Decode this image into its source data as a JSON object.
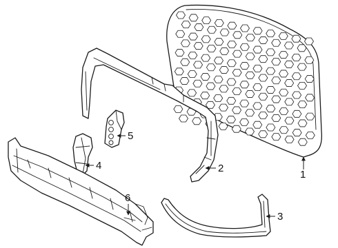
{
  "callouts": {
    "part1": "1",
    "part2": "2",
    "part3": "3",
    "part4": "4",
    "part5": "5",
    "part6": "6"
  },
  "colors": {
    "line": "#1a1a1a",
    "background": "#ffffff"
  }
}
